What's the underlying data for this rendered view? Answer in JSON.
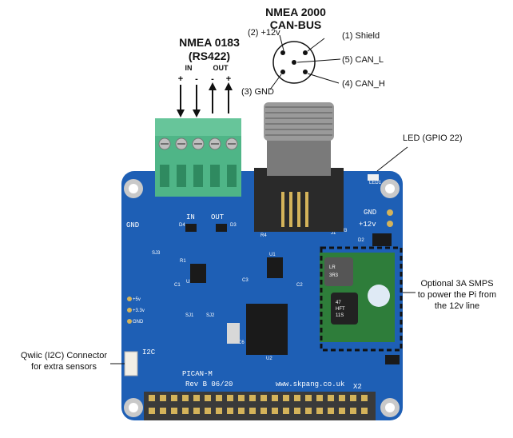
{
  "nmea2000": {
    "title_line1": "NMEA 2000",
    "title_line2": "CAN-BUS",
    "pin_shield": "(1) Shield",
    "pin_12v": "(2) +12v",
    "pin_gnd": "(3) GND",
    "pin_canh": "(4) CAN_H",
    "pin_canl": "(5) CAN_L"
  },
  "nmea0183": {
    "title_line1": "NMEA 0183",
    "title_line2": "(RS422)",
    "in_label": "IN",
    "out_label": "OUT",
    "in_plus": "+",
    "in_minus": "-",
    "out_minus": "-",
    "out_plus": "+"
  },
  "callouts": {
    "led": "LED (GPIO 22)",
    "smps_line1": "Optional 3A SMPS",
    "smps_line2": "to power the Pi from",
    "smps_line3": "the 12v line",
    "qwiic_line1": "Qwiic (I2C) Connector",
    "qwiic_line2": "for extra sensors"
  },
  "board": {
    "name": "PICAN-M",
    "rev": "Rev B 06/20",
    "url": "www.skpang.co.uk",
    "gnd_left": "GND",
    "gnd_right": "GND",
    "v12": "+12v",
    "in": "IN",
    "out": "OUT",
    "i2c": "I2C",
    "x2": "X2",
    "j1": "J1",
    "j3": "J3",
    "led1": "LED1",
    "u1": "U1",
    "u2": "U2",
    "u3": "U3",
    "d2": "D2",
    "d3": "D3",
    "d4": "D4",
    "c1": "C1",
    "c2": "C2",
    "c3": "C3",
    "c6": "C6",
    "r1": "R1",
    "r4": "R4",
    "sj3": "SJ3",
    "sj1": "SJ1",
    "sj2": "SJ2",
    "plus5v": "+5v",
    "plus33v": "+3.3v",
    "gnd_small": "GND",
    "smps_mark1": "LR",
    "smps_mark2": "3R3",
    "smps_cap1": "47",
    "smps_cap2": "HFT",
    "smps_cap3": "11S"
  },
  "colors": {
    "pcb": "#1e5fb5",
    "terminal": "#4fb587",
    "header": "#3a3a3a",
    "smps": "#2e7d3a",
    "metal": "#8a8a8a"
  }
}
